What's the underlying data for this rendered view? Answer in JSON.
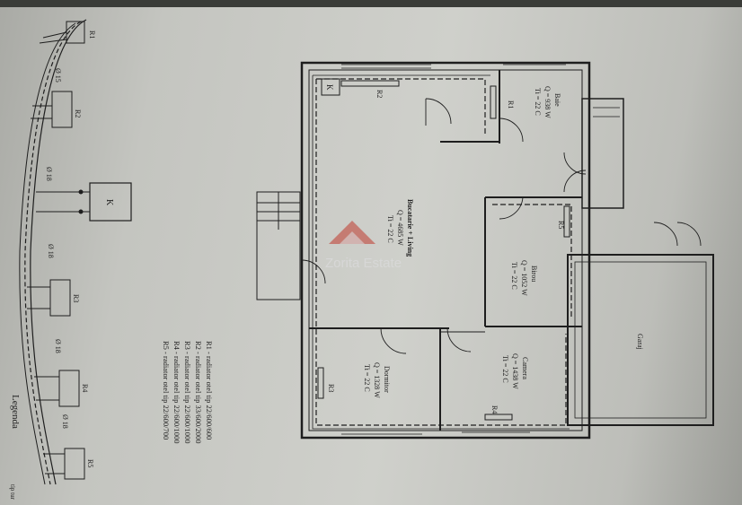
{
  "rooms": {
    "baie": {
      "name": "Baie",
      "q": "Q = 938 W",
      "ti": "Ti = 22 C"
    },
    "bucatarie": {
      "name": "Bucatarie + Living",
      "q": "Q = 4685 W",
      "ti": "Ti = 22 C"
    },
    "birou": {
      "name": "Birou",
      "q": "Q = 1052 W",
      "ti": "Ti = 22 C"
    },
    "camera": {
      "name": "Camera",
      "q": "Q = 1438 W",
      "ti": "Ti = 22 C"
    },
    "dormitor": {
      "name": "Dormitor",
      "q": "Q = 1328 W",
      "ti": "Ti = 22 C"
    },
    "garaj": {
      "name": "Garaj"
    }
  },
  "plan_labels": {
    "k": "K",
    "r1": "R1",
    "r2": "R2",
    "r3": "R3",
    "r4": "R4",
    "r5": "R5"
  },
  "schema": {
    "r1": "R1",
    "r2": "R2",
    "r3": "R3",
    "r4": "R4",
    "r5": "R5",
    "k": "K",
    "d15": "Ø 15",
    "d18a": "Ø 18",
    "d18b": "Ø 18",
    "d18c": "Ø 18",
    "d18d": "Ø 18"
  },
  "legend": {
    "title": "Legenda",
    "items": [
      "R1 - radiator otel tip 22/600/600",
      "R2 - radiator otel tip 33/600/2000",
      "R3 - radiator otel tip 22/600/1000",
      "R4 - radiator otel tip 22/600/1000",
      "R5 - radiator otel tip 22/600/700"
    ],
    "corner": "tip tur"
  },
  "watermark": "Zorita Estate",
  "colors": {
    "paper": "#cfd0cb",
    "ink": "#1e1e1e",
    "watermark": "#c0392b"
  }
}
